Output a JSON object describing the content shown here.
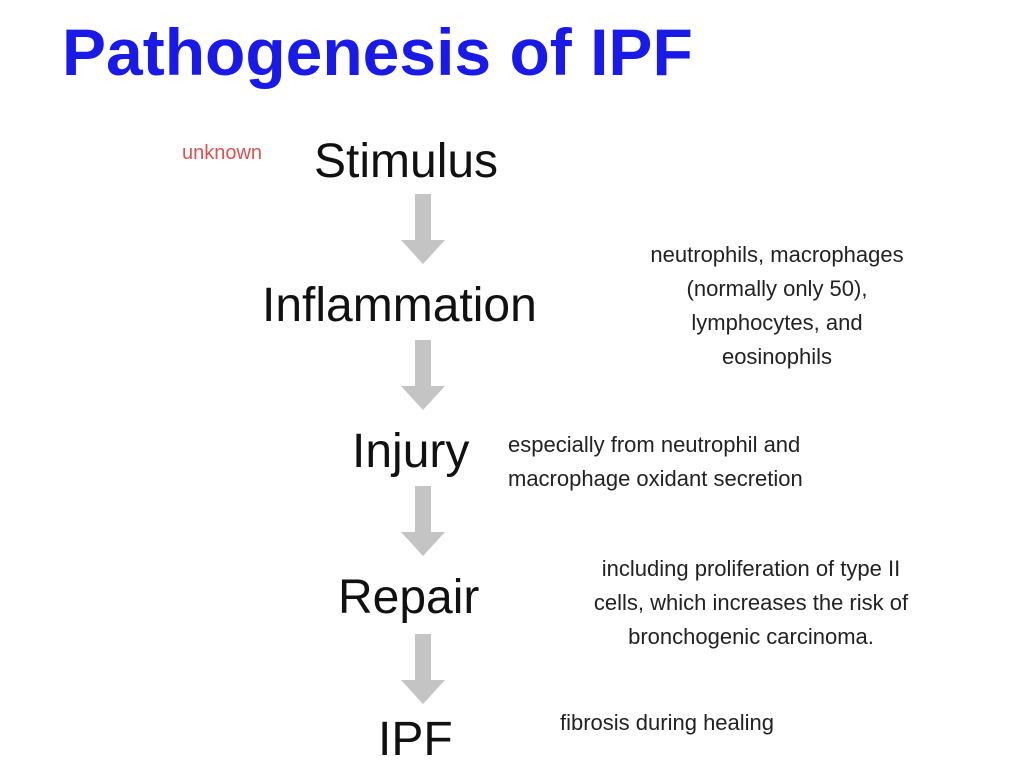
{
  "title": "Pathogenesis of IPF",
  "stimulus_label": "unknown",
  "steps": [
    {
      "label": "Stimulus",
      "note": []
    },
    {
      "label": "Inflammation",
      "note": [
        "neutrophils, macrophages",
        "(normally only 50),",
        "lymphocytes, and",
        "eosinophils"
      ]
    },
    {
      "label": "Injury",
      "note": [
        "especially from neutrophil and",
        "macrophage oxidant secretion"
      ]
    },
    {
      "label": "Repair",
      "note": [
        "including proliferation of type II",
        "cells, which increases the risk of",
        "bronchogenic carcinoma."
      ]
    },
    {
      "label": "IPF",
      "note": [
        "fibrosis during healing"
      ]
    }
  ],
  "colors": {
    "title": "#1a1ae8",
    "unknown": "#e05050",
    "arrow": "#c4c4c4"
  }
}
